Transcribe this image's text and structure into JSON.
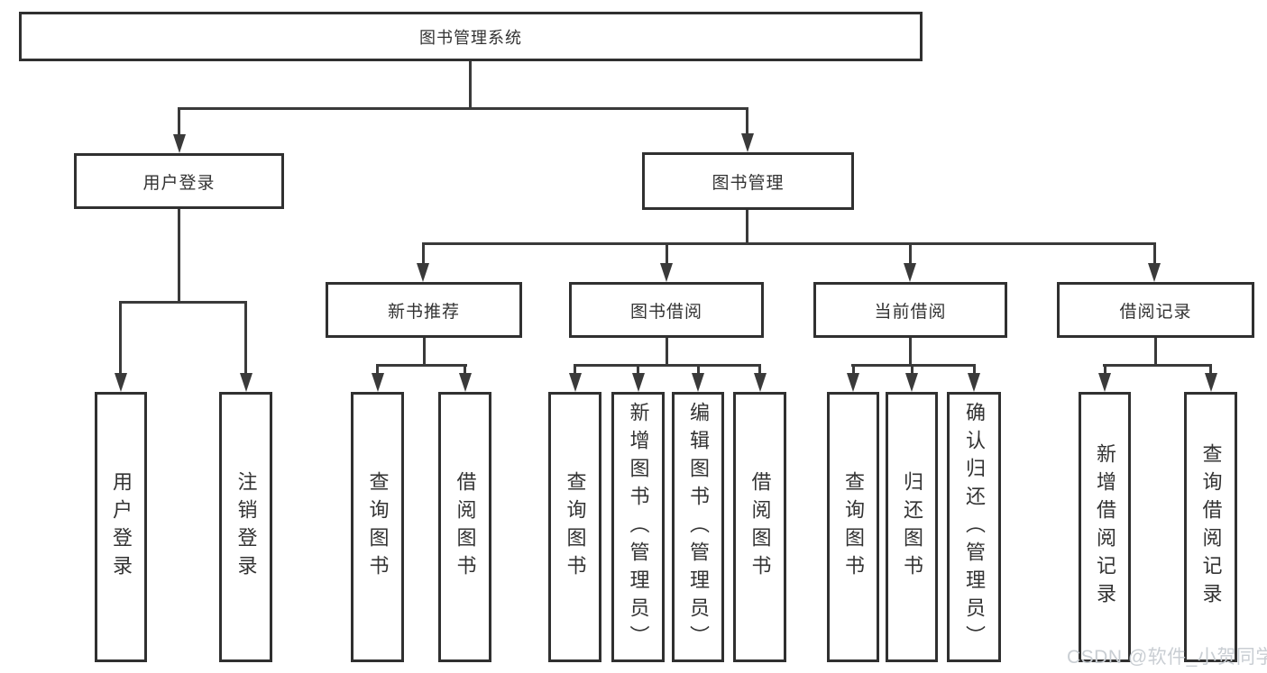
{
  "diagram": {
    "root": "图书管理系统",
    "level2": [
      "用户登录",
      "图书管理"
    ],
    "level3": [
      "新书推荐",
      "图书借阅",
      "当前借阅",
      "借阅记录"
    ],
    "leaves": {
      "user_login": [
        "用户登录",
        "注销登录"
      ],
      "new_book_recommend": [
        "查询图书",
        "借阅图书"
      ],
      "book_borrowing": [
        "查询图书",
        "新增图书（管理员）",
        "编辑图书（管理员）",
        "借阅图书"
      ],
      "current_borrowing": [
        "查询图书",
        "归还图书",
        "确认归还（管理员）"
      ],
      "borrowing_records": [
        "新增借阅记录",
        "查询借阅记录"
      ]
    }
  },
  "watermark": {
    "text": "CSDN @软件_小贺同学"
  },
  "colors": {
    "line": "#3a3a3a",
    "box_border": "#303030",
    "text": "#333333",
    "watermark_text": "#c9ced3",
    "background": "#ffffff"
  }
}
